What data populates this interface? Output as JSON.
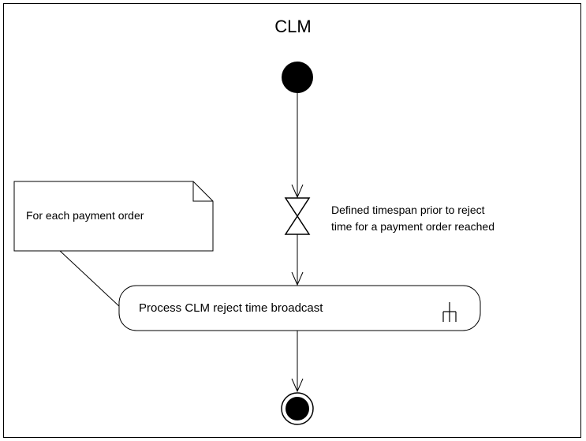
{
  "diagram": {
    "title": "CLM",
    "note": "For each payment order",
    "timer_event": {
      "line1": "Defined timespan prior to reject",
      "line2": "time for a payment order reached"
    },
    "action": {
      "label": "Process CLM reject time broadcast",
      "icon": "call-behavior-rake-icon"
    },
    "nodes": [
      "initial-node",
      "time-event",
      "action",
      "final-node"
    ]
  }
}
